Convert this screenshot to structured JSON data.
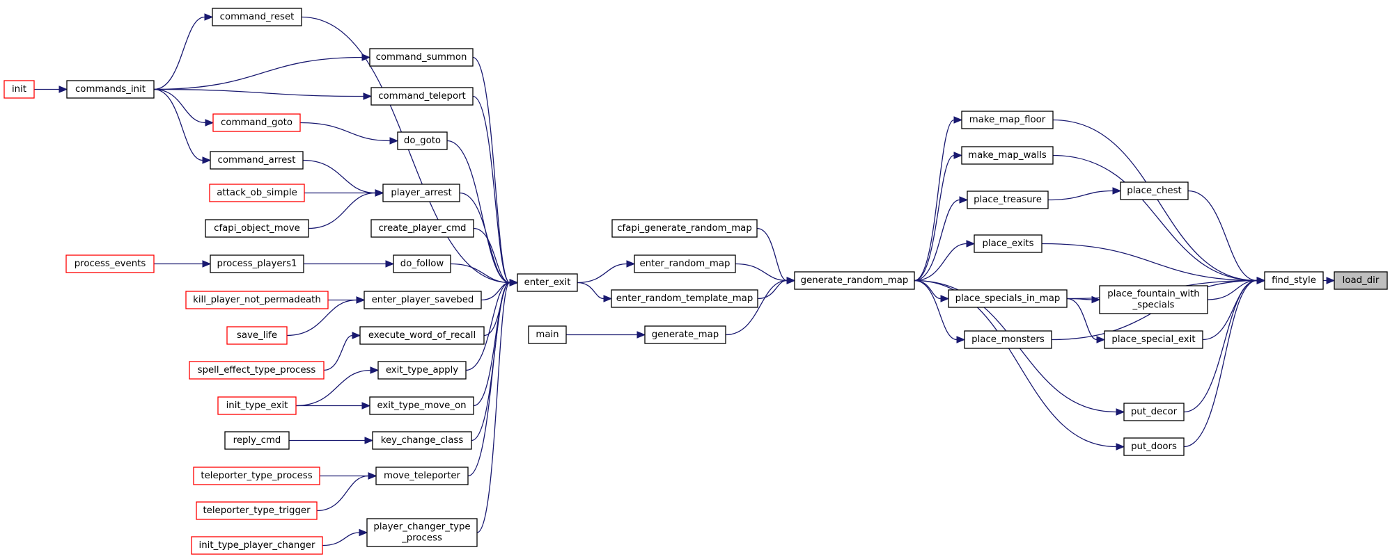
{
  "graph": {
    "colors": {
      "edge": "#191970",
      "node_border": "#000000",
      "truncated_border": "#ff0000",
      "target_fill": "#bfbfbf"
    },
    "nodes": {
      "load_dir": "load_dir",
      "find_style": "find_style",
      "make_map_floor": "make_map_floor",
      "make_map_walls": "make_map_walls",
      "place_chest": "place_chest",
      "place_treasure": "place_treasure",
      "place_exits": "place_exits",
      "place_specials_in_map": "place_specials_in_map",
      "place_fountain_with_specials": [
        "place_fountain_with",
        "_specials"
      ],
      "place_special_exit": "place_special_exit",
      "place_monsters": "place_monsters",
      "put_decor": "put_decor",
      "put_doors": "put_doors",
      "generate_random_map": "generate_random_map",
      "cfapi_generate_random_map": "cfapi_generate_random_map",
      "enter_random_map": "enter_random_map",
      "enter_random_template_map": "enter_random_template_map",
      "generate_map": "generate_map",
      "main": "main",
      "enter_exit": "enter_exit",
      "command_reset": "command_reset",
      "command_summon": "command_summon",
      "command_teleport": "command_teleport",
      "do_goto": "do_goto",
      "player_arrest": "player_arrest",
      "create_player_cmd": "create_player_cmd",
      "do_follow": "do_follow",
      "enter_player_savebed": "enter_player_savebed",
      "execute_word_of_recall": "execute_word_of_recall",
      "exit_type_apply": "exit_type_apply",
      "exit_type_move_on": "exit_type_move_on",
      "key_change_class": "key_change_class",
      "move_teleporter": "move_teleporter",
      "player_changer_type_process": [
        "player_changer_type",
        "_process"
      ],
      "commands_init": "commands_init",
      "init": "init",
      "command_goto": "command_goto",
      "command_arrest": "command_arrest",
      "attack_ob_simple": "attack_ob_simple",
      "cfapi_object_move": "cfapi_object_move",
      "process_players1": "process_players1",
      "process_events": "process_events",
      "kill_player_not_permadeath": "kill_player_not_permadeath",
      "save_life": "save_life",
      "spell_effect_type_process": "spell_effect_type_process",
      "init_type_exit": "init_type_exit",
      "reply_cmd": "reply_cmd",
      "teleporter_type_process": "teleporter_type_process",
      "teleporter_type_trigger": "teleporter_type_trigger",
      "init_type_player_changer": "init_type_player_changer"
    },
    "truncated": [
      "init",
      "command_goto",
      "attack_ob_simple",
      "process_events",
      "kill_player_not_permadeath",
      "save_life",
      "spell_effect_type_process",
      "init_type_exit",
      "teleporter_type_process",
      "teleporter_type_trigger",
      "init_type_player_changer"
    ],
    "edges": [
      [
        "find_style",
        "load_dir"
      ],
      [
        "make_map_floor",
        "find_style"
      ],
      [
        "make_map_walls",
        "find_style"
      ],
      [
        "place_chest",
        "find_style"
      ],
      [
        "place_exits",
        "find_style"
      ],
      [
        "place_specials_in_map",
        "find_style"
      ],
      [
        "place_fountain_with_specials",
        "find_style"
      ],
      [
        "place_special_exit",
        "find_style"
      ],
      [
        "place_monsters",
        "find_style"
      ],
      [
        "put_decor",
        "find_style"
      ],
      [
        "put_doors",
        "find_style"
      ],
      [
        "place_treasure",
        "place_chest"
      ],
      [
        "place_specials_in_map",
        "place_fountain_with_specials"
      ],
      [
        "place_specials_in_map",
        "place_special_exit"
      ],
      [
        "generate_random_map",
        "make_map_floor"
      ],
      [
        "generate_random_map",
        "make_map_walls"
      ],
      [
        "generate_random_map",
        "place_treasure"
      ],
      [
        "generate_random_map",
        "place_exits"
      ],
      [
        "generate_random_map",
        "place_specials_in_map"
      ],
      [
        "generate_random_map",
        "place_monsters"
      ],
      [
        "generate_random_map",
        "put_decor"
      ],
      [
        "generate_random_map",
        "put_doors"
      ],
      [
        "cfapi_generate_random_map",
        "generate_random_map"
      ],
      [
        "enter_random_map",
        "generate_random_map"
      ],
      [
        "enter_random_template_map",
        "generate_random_map"
      ],
      [
        "generate_map",
        "generate_random_map"
      ],
      [
        "main",
        "generate_map"
      ],
      [
        "enter_exit",
        "enter_random_map"
      ],
      [
        "enter_exit",
        "enter_random_template_map"
      ],
      [
        "command_reset",
        "enter_exit"
      ],
      [
        "command_summon",
        "enter_exit"
      ],
      [
        "command_teleport",
        "enter_exit"
      ],
      [
        "do_goto",
        "enter_exit"
      ],
      [
        "player_arrest",
        "enter_exit"
      ],
      [
        "create_player_cmd",
        "enter_exit"
      ],
      [
        "do_follow",
        "enter_exit"
      ],
      [
        "enter_player_savebed",
        "enter_exit"
      ],
      [
        "execute_word_of_recall",
        "enter_exit"
      ],
      [
        "exit_type_apply",
        "enter_exit"
      ],
      [
        "exit_type_move_on",
        "enter_exit"
      ],
      [
        "key_change_class",
        "enter_exit"
      ],
      [
        "move_teleporter",
        "enter_exit"
      ],
      [
        "player_changer_type_process",
        "enter_exit"
      ],
      [
        "commands_init",
        "command_reset"
      ],
      [
        "commands_init",
        "command_summon"
      ],
      [
        "commands_init",
        "command_teleport"
      ],
      [
        "commands_init",
        "command_goto"
      ],
      [
        "commands_init",
        "command_arrest"
      ],
      [
        "init",
        "commands_init"
      ],
      [
        "command_goto",
        "do_goto"
      ],
      [
        "command_arrest",
        "player_arrest"
      ],
      [
        "attack_ob_simple",
        "player_arrest"
      ],
      [
        "cfapi_object_move",
        "player_arrest"
      ],
      [
        "process_players1",
        "do_follow"
      ],
      [
        "process_events",
        "process_players1"
      ],
      [
        "kill_player_not_permadeath",
        "enter_player_savebed"
      ],
      [
        "save_life",
        "enter_player_savebed"
      ],
      [
        "spell_effect_type_process",
        "execute_word_of_recall"
      ],
      [
        "init_type_exit",
        "exit_type_apply"
      ],
      [
        "init_type_exit",
        "exit_type_move_on"
      ],
      [
        "reply_cmd",
        "key_change_class"
      ],
      [
        "teleporter_type_process",
        "move_teleporter"
      ],
      [
        "teleporter_type_trigger",
        "move_teleporter"
      ],
      [
        "init_type_player_changer",
        "player_changer_type_process"
      ]
    ]
  }
}
